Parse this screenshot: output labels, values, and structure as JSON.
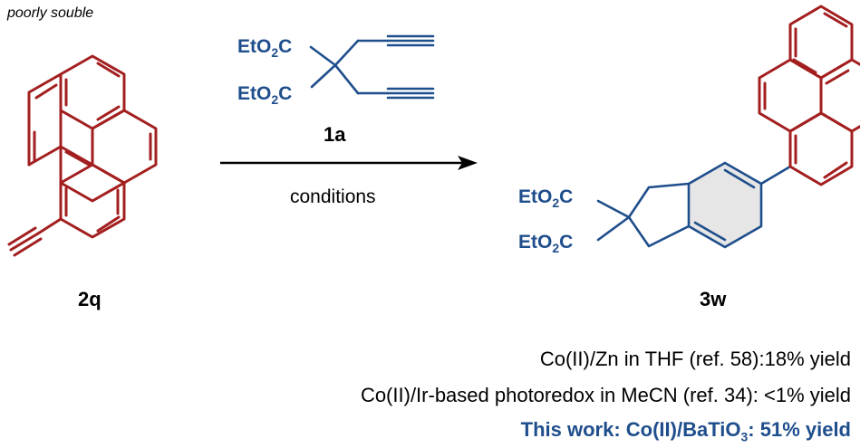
{
  "colors": {
    "substrate": "#a31f1f",
    "reagent": "#1f4e8c",
    "text": "#000000",
    "highlight": "#1f4e8c",
    "ring_fill": "#e6e6e6"
  },
  "substrate": {
    "note": "poorly souble",
    "label": "2q"
  },
  "reagent": {
    "label": "1a",
    "ester_top": {
      "main": "EtO",
      "sub": "2",
      "tail": "C"
    },
    "ester_bottom": {
      "main": "EtO",
      "sub": "2",
      "tail": "C"
    }
  },
  "arrow": {
    "condition": "conditions"
  },
  "product": {
    "label": "3w",
    "ester_top": {
      "main": "EtO",
      "sub": "2",
      "tail": "C"
    },
    "ester_bottom": {
      "main": "EtO",
      "sub": "2",
      "tail": "C"
    }
  },
  "results": [
    {
      "text": "Co(II)/Zn in THF (ref. 58):18% yield"
    },
    {
      "text": "Co(II)/Ir-based photoredox in MeCN (ref. 34): <1% yield"
    },
    {
      "pre": "This work: Co(II)/BaTiO",
      "sub": "3",
      "post": ": 51% yield"
    }
  ]
}
